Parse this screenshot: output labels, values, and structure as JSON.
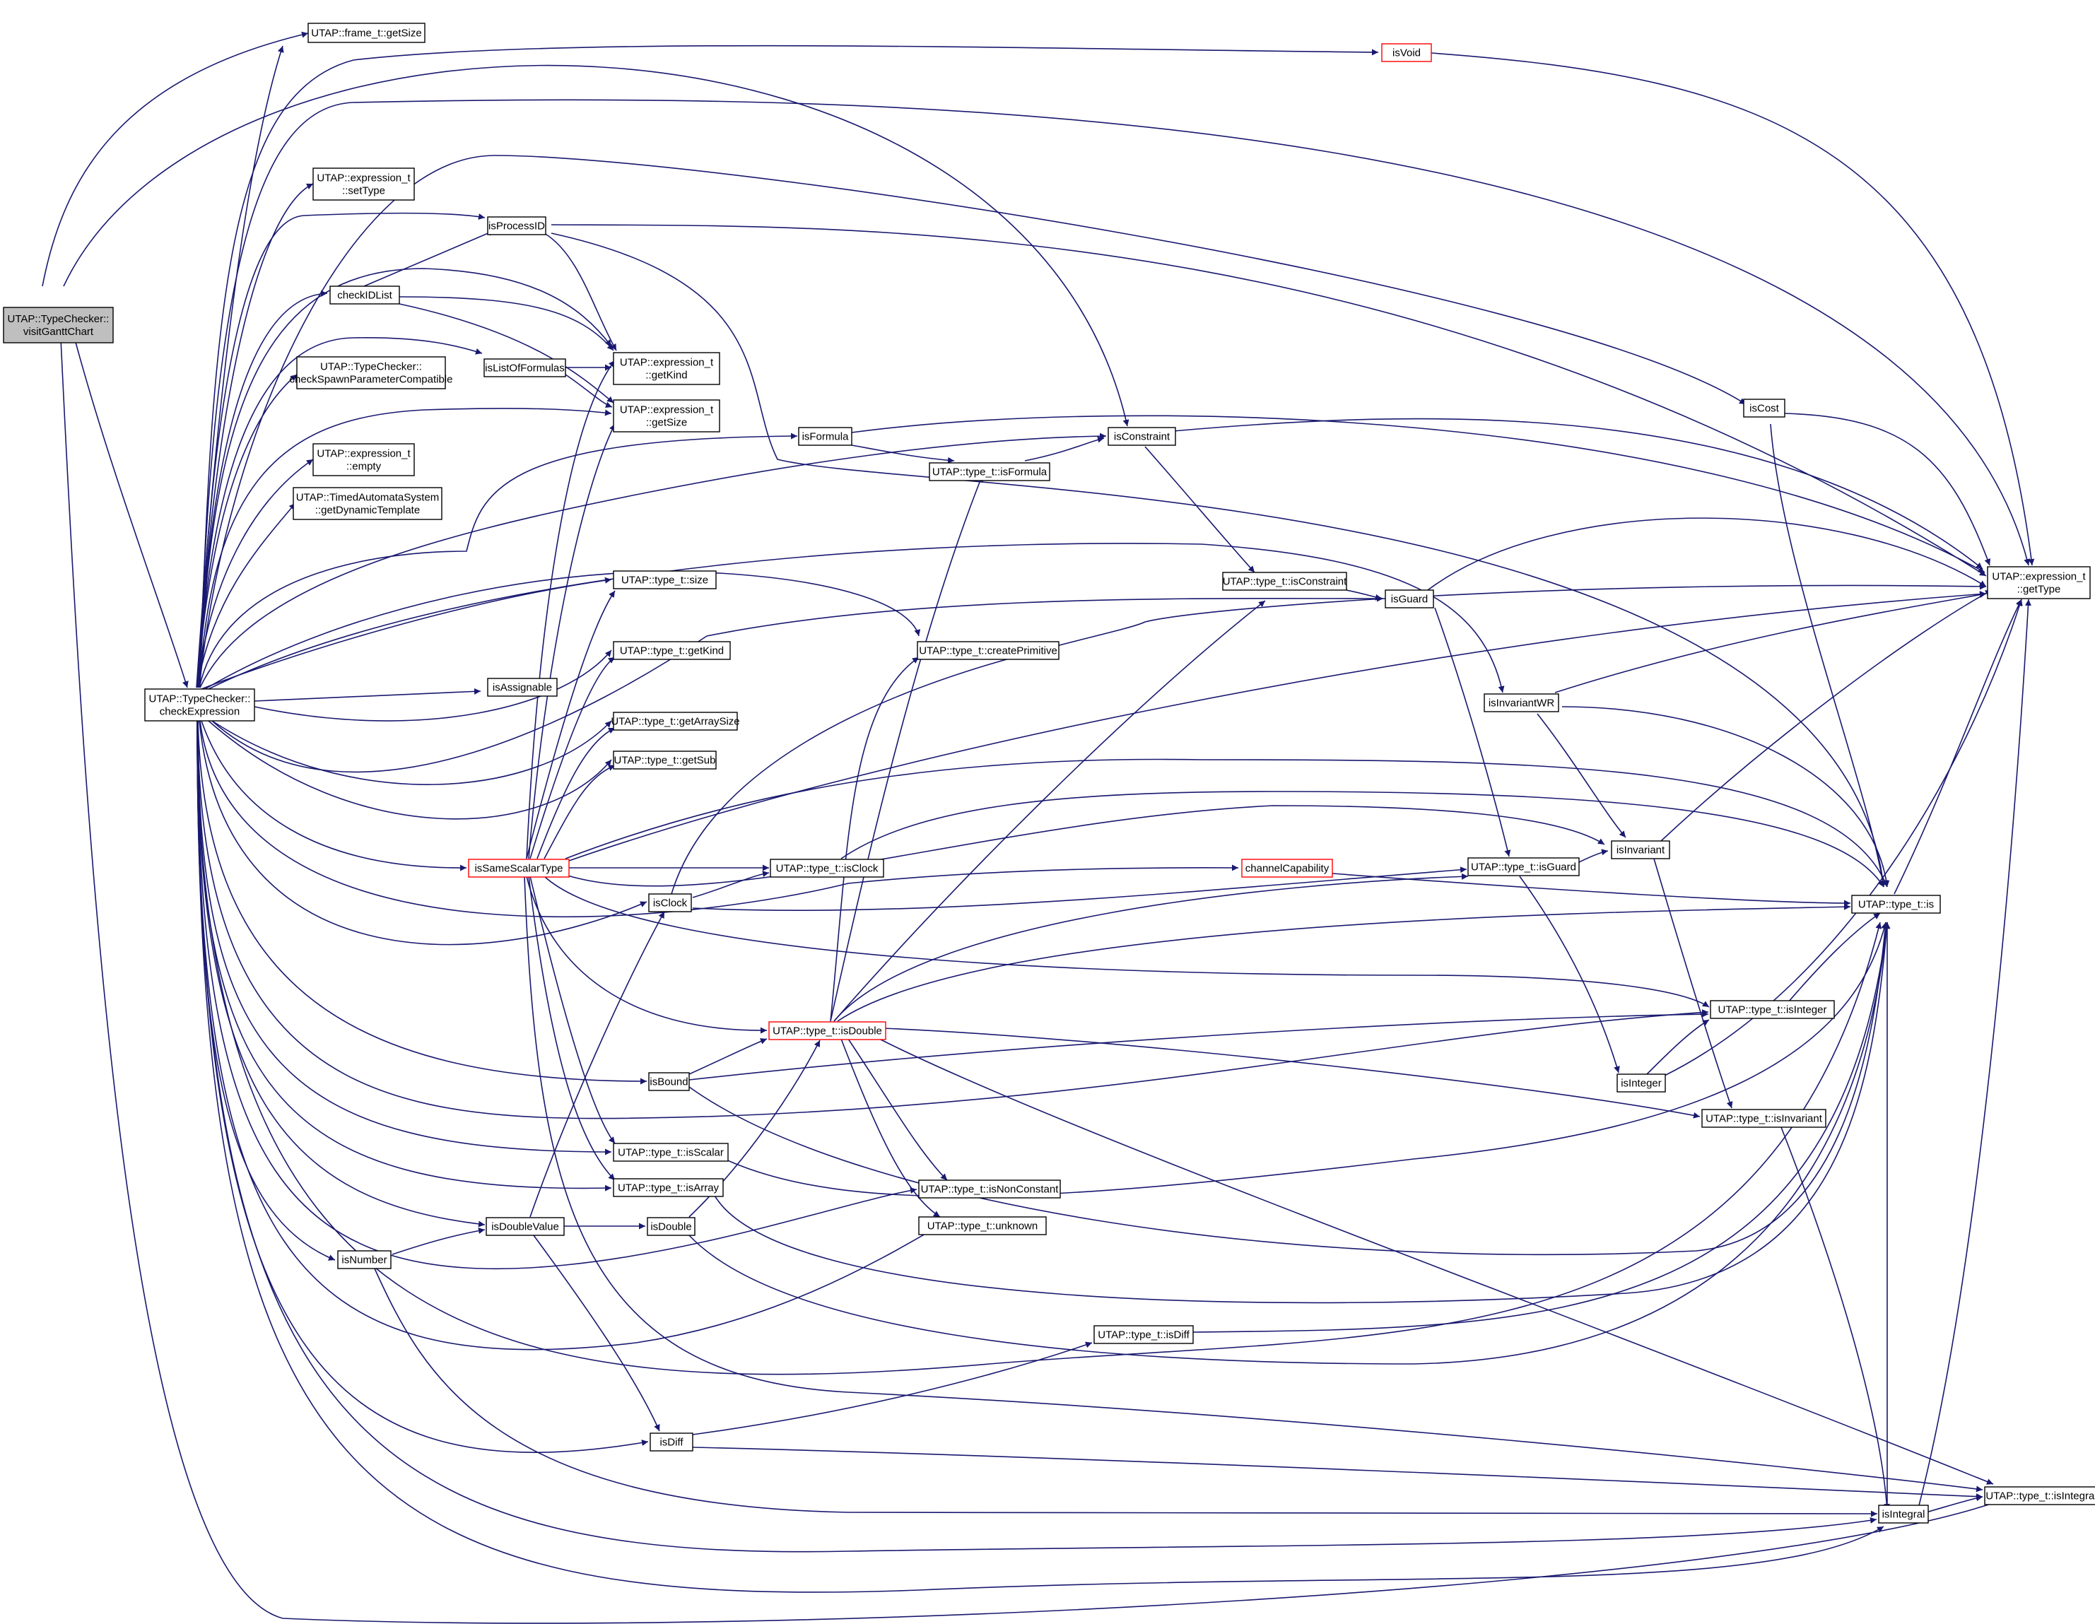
{
  "colors": {
    "edge": "#191970",
    "node_border": "#000000",
    "highlight_border": "#ff0000",
    "root_fill": "#bfbfbf"
  },
  "nodes": [
    {
      "id": "visitGanttChart",
      "lines": [
        "UTAP::TypeChecker::",
        "visitGanttChart"
      ],
      "root": true
    },
    {
      "id": "checkExpression",
      "lines": [
        "UTAP::TypeChecker::",
        "checkExpression"
      ]
    },
    {
      "id": "frame_getSize",
      "lines": [
        "UTAP::frame_t::getSize"
      ]
    },
    {
      "id": "isVoid",
      "lines": [
        "isVoid"
      ],
      "red": true
    },
    {
      "id": "expr_setType",
      "lines": [
        "UTAP::expression_t",
        "::setType"
      ]
    },
    {
      "id": "isProcessID",
      "lines": [
        "isProcessID"
      ]
    },
    {
      "id": "checkIDList",
      "lines": [
        "checkIDList"
      ]
    },
    {
      "id": "checkSpawn",
      "lines": [
        "UTAP::TypeChecker::",
        "checkSpawnParameterCompatible"
      ]
    },
    {
      "id": "isListOfFormulas",
      "lines": [
        "isListOfFormulas"
      ]
    },
    {
      "id": "expr_getKind",
      "lines": [
        "UTAP::expression_t",
        "::getKind"
      ]
    },
    {
      "id": "expr_getSize",
      "lines": [
        "UTAP::expression_t",
        "::getSize"
      ]
    },
    {
      "id": "expr_empty",
      "lines": [
        "UTAP::expression_t",
        "::empty"
      ]
    },
    {
      "id": "getDynamicTemplate",
      "lines": [
        "UTAP::TimedAutomataSystem",
        "::getDynamicTemplate"
      ]
    },
    {
      "id": "isFormula",
      "lines": [
        "isFormula"
      ]
    },
    {
      "id": "type_isFormula",
      "lines": [
        "UTAP::type_t::isFormula"
      ]
    },
    {
      "id": "isConstraint",
      "lines": [
        "isConstraint"
      ]
    },
    {
      "id": "isCost",
      "lines": [
        "isCost"
      ]
    },
    {
      "id": "expr_getType",
      "lines": [
        "UTAP::expression_t",
        "::getType"
      ]
    },
    {
      "id": "type_size",
      "lines": [
        "UTAP::type_t::size"
      ]
    },
    {
      "id": "type_getKind",
      "lines": [
        "UTAP::type_t::getKind"
      ]
    },
    {
      "id": "isAssignable",
      "lines": [
        "isAssignable"
      ]
    },
    {
      "id": "type_createPrimitive",
      "lines": [
        "UTAP::type_t::createPrimitive"
      ]
    },
    {
      "id": "type_isConstraint",
      "lines": [
        "UTAP::type_t::isConstraint"
      ]
    },
    {
      "id": "isGuard",
      "lines": [
        "isGuard"
      ]
    },
    {
      "id": "isInvariantWR",
      "lines": [
        "isInvariantWR"
      ]
    },
    {
      "id": "type_getArraySize",
      "lines": [
        "UTAP::type_t::getArraySize"
      ]
    },
    {
      "id": "type_getSub",
      "lines": [
        "UTAP::type_t::getSub"
      ]
    },
    {
      "id": "isSameScalarType",
      "lines": [
        "isSameScalarType"
      ],
      "red": true
    },
    {
      "id": "type_isClock",
      "lines": [
        "UTAP::type_t::isClock"
      ]
    },
    {
      "id": "channelCapability",
      "lines": [
        "channelCapability"
      ],
      "red": true
    },
    {
      "id": "isInvariant",
      "lines": [
        "isInvariant"
      ]
    },
    {
      "id": "type_isGuard",
      "lines": [
        "UTAP::type_t::isGuard"
      ]
    },
    {
      "id": "type_is",
      "lines": [
        "UTAP::type_t::is"
      ]
    },
    {
      "id": "isClock",
      "lines": [
        "isClock"
      ]
    },
    {
      "id": "type_isDouble",
      "lines": [
        "UTAP::type_t::isDouble"
      ],
      "red": true
    },
    {
      "id": "type_isInteger",
      "lines": [
        "UTAP::type_t::isInteger"
      ]
    },
    {
      "id": "isBound",
      "lines": [
        "isBound"
      ]
    },
    {
      "id": "isInteger",
      "lines": [
        "isInteger"
      ]
    },
    {
      "id": "type_isInvariant",
      "lines": [
        "UTAP::type_t::isInvariant"
      ]
    },
    {
      "id": "type_isScalar",
      "lines": [
        "UTAP::type_t::isScalar"
      ]
    },
    {
      "id": "type_isArray",
      "lines": [
        "UTAP::type_t::isArray"
      ]
    },
    {
      "id": "type_isNonConstant",
      "lines": [
        "UTAP::type_t::isNonConstant"
      ]
    },
    {
      "id": "type_unknown",
      "lines": [
        "UTAP::type_t::unknown"
      ]
    },
    {
      "id": "isDoubleValue",
      "lines": [
        "isDoubleValue"
      ]
    },
    {
      "id": "isDouble",
      "lines": [
        "isDouble"
      ]
    },
    {
      "id": "isNumber",
      "lines": [
        "isNumber"
      ]
    },
    {
      "id": "type_isDiff",
      "lines": [
        "UTAP::type_t::isDiff"
      ]
    },
    {
      "id": "isDiff",
      "lines": [
        "isDiff"
      ]
    },
    {
      "id": "isIntegral",
      "lines": [
        "isIntegral"
      ]
    },
    {
      "id": "type_isIntegral",
      "lines": [
        "UTAP::type_t::isIntegral"
      ]
    }
  ]
}
